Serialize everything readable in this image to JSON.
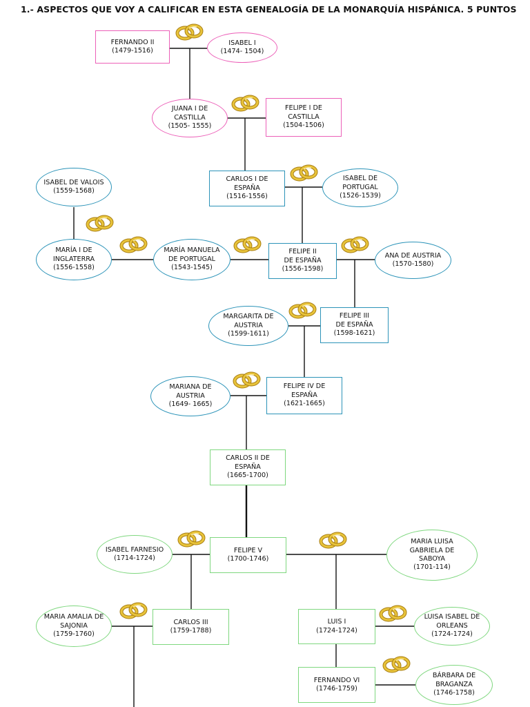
{
  "title": "1.- ASPECTOS QUE VOY A CALIFICAR EN ESTA GENEALOGÍA DE LA MONARQUÍA HISPÁNICA. 5 PUNTOS",
  "colors": {
    "pink": "#ec5fb8",
    "blue": "#2b93b8",
    "green": "#7ed77e",
    "ring": "#e8c33a",
    "ring_dark": "#a77d12"
  },
  "icon": "wedding-rings-icon",
  "persons": {
    "fernando_ii": {
      "name": "FERNANDO II",
      "years": "(1479-1516)"
    },
    "isabel_i": {
      "name": "ISABEL I",
      "years": "(1474- 1504)"
    },
    "juana_i": {
      "name": "JUANA I DE\nCASTILLA",
      "years": "(1505- 1555)"
    },
    "felipe_i": {
      "name": "FELIPE I DE\nCASTILLA",
      "years": "(1504-1506)"
    },
    "carlos_i": {
      "name": "CARLOS I DE\nESPAÑA",
      "years": "(1516-1556)"
    },
    "isabel_portugal": {
      "name": "ISABEL DE\nPORTUGAL",
      "years": "(1526-1539)"
    },
    "isabel_valois": {
      "name": "ISABEL DE VALOIS",
      "years": "(1559-1568)"
    },
    "maria_i": {
      "name": "MARÍA I DE\nINGLATERRA",
      "years": "(1556-1558)"
    },
    "maria_manuela": {
      "name": "MARÍA MANUELA\nDE PORTUGAL",
      "years": "(1543-1545)"
    },
    "felipe_ii": {
      "name": "FELIPE II\nDE ESPAÑA",
      "years": "(1556-1598)"
    },
    "ana_austria": {
      "name": "ANA DE AUSTRIA",
      "years": "(1570-1580)"
    },
    "margarita": {
      "name": "MARGARITA  DE\nAUSTRIA",
      "years": "(1599-1611)"
    },
    "felipe_iii": {
      "name": "FELIPE III\nDE ESPAÑA",
      "years": "(1598-1621)"
    },
    "mariana": {
      "name": "MARIANA DE\nAUSTRIA",
      "years": "(1649- 1665)"
    },
    "felipe_iv": {
      "name": "FELIPE IV DE\nESPAÑA",
      "years": "(1621-1665)"
    },
    "carlos_ii": {
      "name": "CARLOS II DE\nESPAÑA",
      "years": "(1665-1700)"
    },
    "isabel_farnesio": {
      "name": "ISABEL FARNESIO",
      "years": "(1714-1724)"
    },
    "felipe_v": {
      "name": "FELIPE V",
      "years": "(1700-1746)"
    },
    "maria_luisa": {
      "name": "MARIA LUISA\nGABRIELA DE\nSABOYA",
      "years": "(1701-114)"
    },
    "maria_amalia": {
      "name": "MARIA AMALIA DE\nSAJONIA",
      "years": "(1759-1760)"
    },
    "carlos_iii": {
      "name": "CARLOS III",
      "years": "(1759-1788)"
    },
    "luis_i": {
      "name": "LUIS I",
      "years": "(1724-1724)"
    },
    "luisa_isabel": {
      "name": "LUISA ISABEL DE\nORLEANS",
      "years": "(1724-1724)"
    },
    "fernando_vi": {
      "name": "FERNANDO VI",
      "years": "(1746-1759)"
    },
    "barbara": {
      "name": "BÁRBARA DE\nBRAGANZA",
      "years": "(1746-1758)"
    }
  }
}
